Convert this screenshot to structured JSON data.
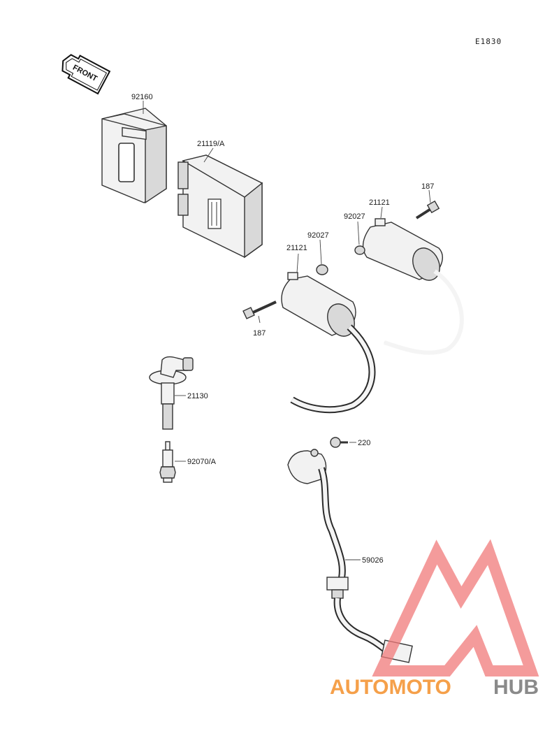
{
  "diagram": {
    "reference_code": "E1830",
    "front_label": "FRONT",
    "parts": {
      "cover": "92160",
      "igniter": "21119/A",
      "coil_left": "21121",
      "coil_right": "21121",
      "washer_left": "92027",
      "washer_right": "92027",
      "bolt_left": "187",
      "bolt_right": "187",
      "plug_cap": "21130",
      "spark_plug": "92070/A",
      "screw": "220",
      "pickup": "59026"
    }
  },
  "watermark": {
    "brand_part1": "AUTOMOTO",
    "brand_part2": "HUB",
    "color_part1": "#f5a04a",
    "color_part2": "#8a8a8a",
    "triangle_color": "#f07a7a"
  }
}
